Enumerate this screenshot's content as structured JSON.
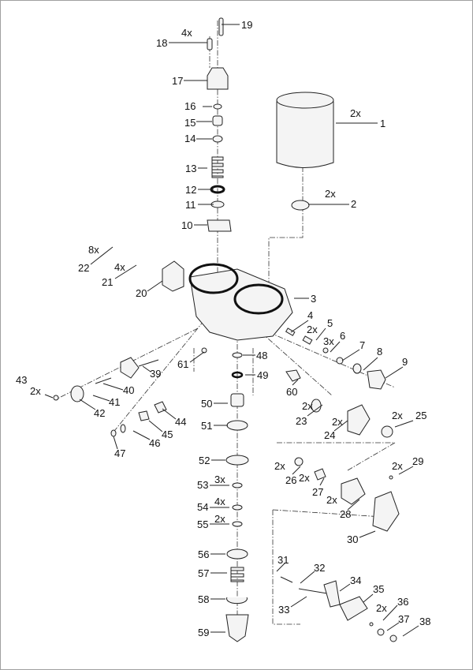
{
  "diagram": {
    "type": "exploded-parts-view",
    "callouts": [
      {
        "number": "1",
        "qty": "2x"
      },
      {
        "number": "2",
        "qty": "2x"
      },
      {
        "number": "3",
        "qty": ""
      },
      {
        "number": "4",
        "qty": ""
      },
      {
        "number": "5",
        "qty": "2x"
      },
      {
        "number": "6",
        "qty": "3x"
      },
      {
        "number": "7",
        "qty": ""
      },
      {
        "number": "8",
        "qty": ""
      },
      {
        "number": "9",
        "qty": ""
      },
      {
        "number": "10",
        "qty": ""
      },
      {
        "number": "11",
        "qty": ""
      },
      {
        "number": "12",
        "qty": ""
      },
      {
        "number": "13",
        "qty": ""
      },
      {
        "number": "14",
        "qty": ""
      },
      {
        "number": "15",
        "qty": ""
      },
      {
        "number": "16",
        "qty": ""
      },
      {
        "number": "17",
        "qty": ""
      },
      {
        "number": "18",
        "qty": "4x"
      },
      {
        "number": "19",
        "qty": ""
      },
      {
        "number": "20",
        "qty": ""
      },
      {
        "number": "21",
        "qty": "4x"
      },
      {
        "number": "22",
        "qty": "8x"
      },
      {
        "number": "23",
        "qty": "2x"
      },
      {
        "number": "24",
        "qty": "2x"
      },
      {
        "number": "25",
        "qty": "2x"
      },
      {
        "number": "26",
        "qty": "2x"
      },
      {
        "number": "27",
        "qty": "2x"
      },
      {
        "number": "28",
        "qty": "2x"
      },
      {
        "number": "29",
        "qty": "2x"
      },
      {
        "number": "30",
        "qty": ""
      },
      {
        "number": "31",
        "qty": ""
      },
      {
        "number": "32",
        "qty": ""
      },
      {
        "number": "33",
        "qty": ""
      },
      {
        "number": "34",
        "qty": ""
      },
      {
        "number": "35",
        "qty": ""
      },
      {
        "number": "36",
        "qty": "2x"
      },
      {
        "number": "37",
        "qty": ""
      },
      {
        "number": "38",
        "qty": ""
      },
      {
        "number": "39",
        "qty": ""
      },
      {
        "number": "40",
        "qty": ""
      },
      {
        "number": "41",
        "qty": ""
      },
      {
        "number": "42",
        "qty": ""
      },
      {
        "number": "43",
        "qty": "2x"
      },
      {
        "number": "44",
        "qty": ""
      },
      {
        "number": "45",
        "qty": ""
      },
      {
        "number": "46",
        "qty": ""
      },
      {
        "number": "47",
        "qty": ""
      },
      {
        "number": "48",
        "qty": ""
      },
      {
        "number": "49",
        "qty": ""
      },
      {
        "number": "50",
        "qty": ""
      },
      {
        "number": "51",
        "qty": ""
      },
      {
        "number": "52",
        "qty": ""
      },
      {
        "number": "53",
        "qty": "3x"
      },
      {
        "number": "54",
        "qty": "4x"
      },
      {
        "number": "55",
        "qty": "2x"
      },
      {
        "number": "56",
        "qty": ""
      },
      {
        "number": "57",
        "qty": ""
      },
      {
        "number": "58",
        "qty": ""
      },
      {
        "number": "59",
        "qty": ""
      },
      {
        "number": "60",
        "qty": ""
      },
      {
        "number": "61",
        "qty": ""
      }
    ]
  }
}
